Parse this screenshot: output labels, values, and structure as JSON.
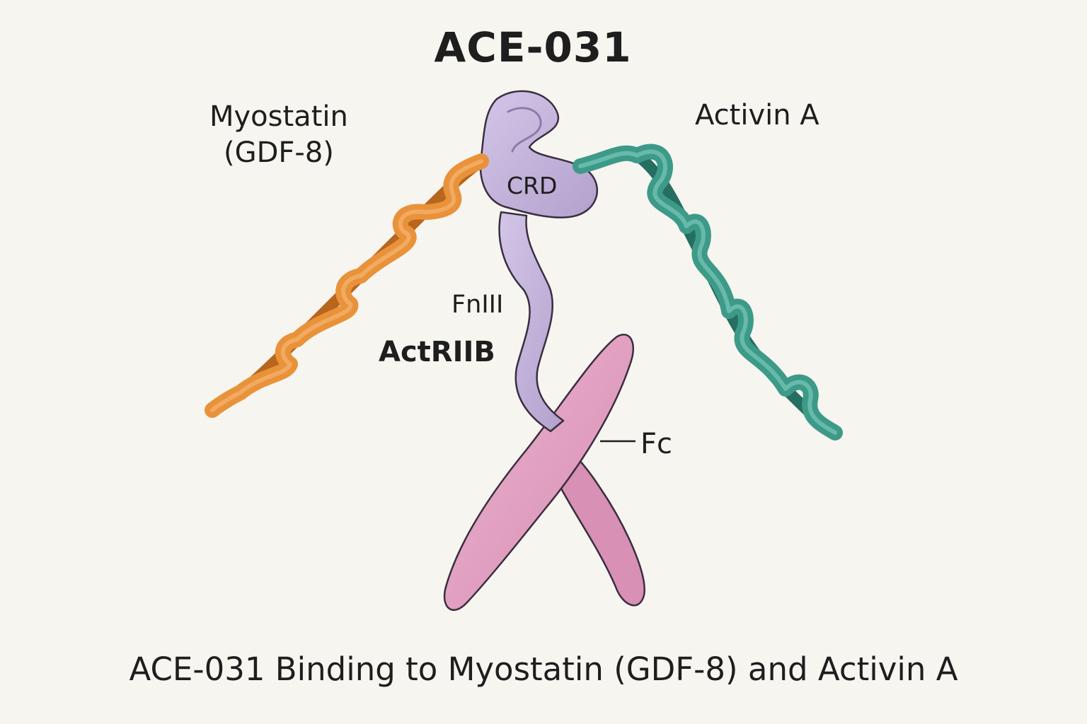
{
  "title": "ACE-031",
  "labels": {
    "myostatin_line1": "Myostatin",
    "myostatin_line2": "(GDF-8)",
    "activin": "Activin A",
    "crd": "CRD",
    "fniii": "FnIII",
    "actriib": "ActRIIB",
    "fc": "Fc"
  },
  "caption": "ACE-031 Binding to Myostatin (GDF-8) and Activin A",
  "colors": {
    "background": "#f7f5f0",
    "myostatin_helix": "#e8923a",
    "activin_helix": "#3e9a88",
    "actriib_receptor": "#c4b3dc",
    "fc_domain": "#e3a2c2",
    "outline": "#3a2f3f"
  }
}
